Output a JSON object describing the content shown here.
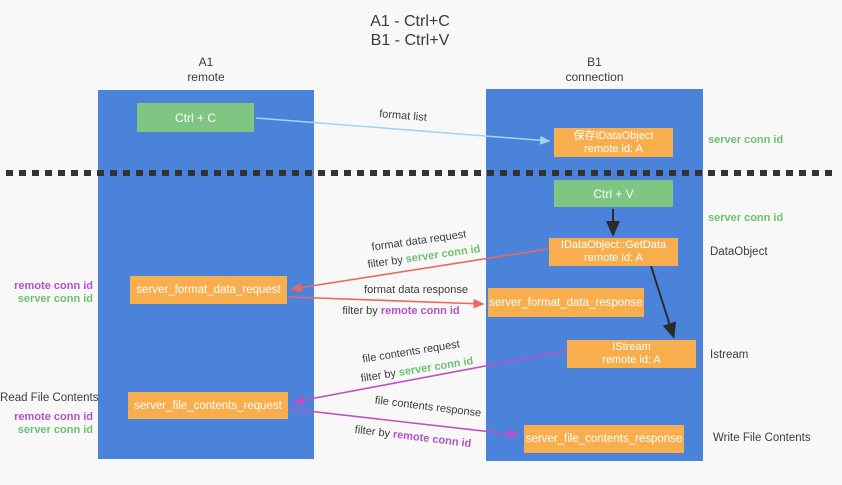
{
  "title": {
    "line1": "A1 - Ctrl+C",
    "line2": "B1 - Ctrl+V"
  },
  "lanes": {
    "left": {
      "name": "A1",
      "role": "remote"
    },
    "right": {
      "name": "B1",
      "role": "connection"
    }
  },
  "boxes": {
    "ctrl_c": {
      "label": "Ctrl + C"
    },
    "save_idataobject": {
      "title": "保存IDataObject",
      "subtitle": "remote id: A"
    },
    "ctrl_v": {
      "label": "Ctrl + V"
    },
    "getdata": {
      "title": "IDataObject::GetData",
      "subtitle": "remote id: A"
    },
    "format_request": {
      "label": "server_format_data_request"
    },
    "format_response": {
      "label": "server_format_data_response"
    },
    "istream": {
      "title": "IStream",
      "subtitle": "remote id: A"
    },
    "file_request": {
      "label": "server_file_contents_request"
    },
    "file_response": {
      "label": "server_file_contents_response"
    }
  },
  "side_labels": {
    "left_format": {
      "remote": "remote conn id",
      "server": "server conn id"
    },
    "read_file": "Read File Contents",
    "left_file": {
      "remote": "remote conn id",
      "server": "server conn id"
    },
    "right_top": "server conn id",
    "right_mid": "server conn id",
    "dataobject": "DataObject",
    "istream": "Istream",
    "write_file": "Write File Contents"
  },
  "arrow_labels": {
    "format_list": {
      "label": "format list"
    },
    "format_request": {
      "label": "format data request",
      "filter_prefix": "filter by",
      "filter_key": "server conn id"
    },
    "format_response": {
      "label": "format data response",
      "filter_prefix": "filter by",
      "filter_key": "remote conn id"
    },
    "file_request": {
      "label": "file contents request",
      "filter_prefix": "filter by",
      "filter_key": "server conn id"
    },
    "file_response": {
      "label": "file contents response",
      "filter_prefix": "filter by",
      "filter_key": "remote conn id"
    }
  },
  "colors": {
    "lane_blue": "#4c83da",
    "box_green": "#80c683",
    "box_orange": "#f9ae4d",
    "text_green": "#6ebf70",
    "text_purple": "#b153c5",
    "arrow_red": "#ec685e",
    "arrow_magenta": "#bd50c5",
    "arrow_lightblue": "#a5d3f3",
    "arrow_black": "#2b2b2b",
    "divider": "#333333",
    "background": "#f8f8f9"
  }
}
